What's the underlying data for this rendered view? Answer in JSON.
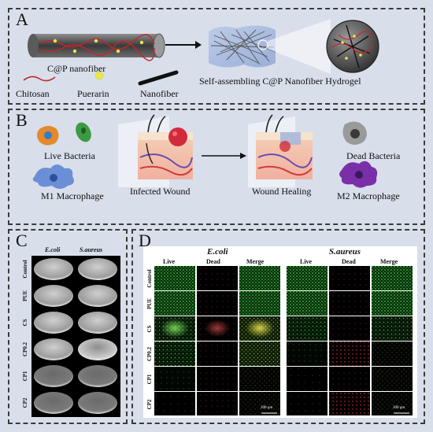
{
  "panelA": {
    "label": "A",
    "fiber_label": "C@P nanofiber",
    "hydrogel_label": "Self-assembling C@P Nanofiber Hydrogel",
    "legend": [
      {
        "label": "Chitosan",
        "icon": "chitosan-strand-icon",
        "color": "#c0282d"
      },
      {
        "label": "Puerarin",
        "icon": "puerarin-dot-icon",
        "color": "#e7e84a"
      },
      {
        "label": "Nanofiber",
        "icon": "nanofiber-rod-icon",
        "color": "#111111"
      }
    ]
  },
  "panelB": {
    "label": "B",
    "live_bacteria": "Live Bacteria",
    "m1_macrophage": "M1 Macrophage",
    "infected_wound": "Infected Wound",
    "wound_healing": "Wound Healing",
    "dead_bacteria": "Dead Bacteria",
    "m2_macrophage": "M2 Macrophage"
  },
  "panelC": {
    "label": "C",
    "columns": [
      "E.coli",
      "S.aureus"
    ],
    "rows": [
      "Control",
      "PUE",
      "CS",
      "CP0.2",
      "CP1",
      "CP2"
    ]
  },
  "panelD": {
    "label": "D",
    "groups": [
      {
        "title": "E.coli",
        "channels": [
          "Live",
          "Dead",
          "Merge"
        ]
      },
      {
        "title": "S.aureus",
        "channels": [
          "Live",
          "Dead",
          "Merge"
        ]
      }
    ],
    "rows": [
      "Control",
      "PUE",
      "CS",
      "CP0.2",
      "CP1",
      "CP2"
    ],
    "scale_bar": "200 μm",
    "scale_bar_2": "200 μm"
  }
}
